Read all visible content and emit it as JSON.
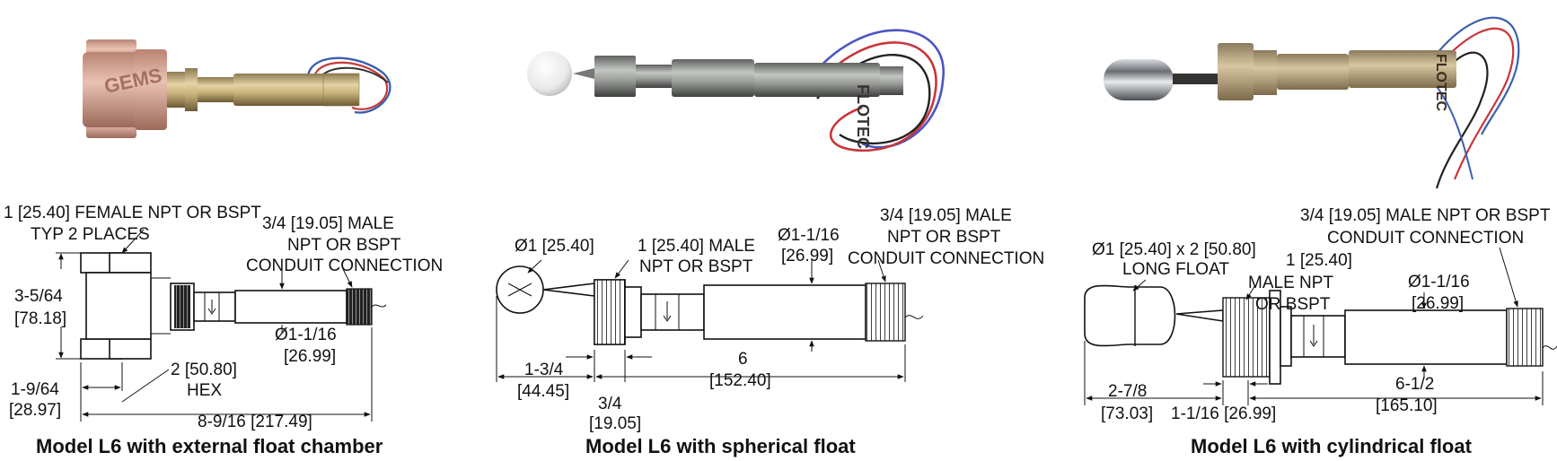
{
  "panels": [
    {
      "caption": "Model L6 with external float chamber",
      "labels": {
        "female_npt_1": "1 [25.40] FEMALE NPT OR BSPT",
        "female_npt_2": "TYP 2 PLACES",
        "male_npt_1": "3/4 [19.05] MALE",
        "male_npt_2": "NPT OR BSPT",
        "male_npt_3": "CONDUIT CONNECTION",
        "height_a": "3-5/64",
        "height_b": "[78.18]",
        "dia_a": "Ø1-1/16",
        "dia_b": "[26.99]",
        "hex_a": "2 [50.80]",
        "hex_b": "HEX",
        "offset_a": "1-9/64",
        "offset_b": "[28.97]",
        "overall": "8-9/16 [217.49]"
      }
    },
    {
      "caption": "Model L6 with spherical float",
      "labels": {
        "float_dia": "Ø1 [25.40]",
        "male_1": "1 [25.40] MALE",
        "male_2": "NPT OR BSPT",
        "body_dia_a": "Ø1-1/16",
        "body_dia_b": "[26.99]",
        "conduit_1": "3/4 [19.05] MALE",
        "conduit_2": "NPT OR BSPT",
        "conduit_3": "CONDUIT CONNECTION",
        "float_len_a": "1-3/4",
        "float_len_b": "[44.45]",
        "thread_len_a": "3/4",
        "thread_len_b": "[19.05]",
        "body_len_a": "6",
        "body_len_b": "[152.40]"
      }
    },
    {
      "caption": "Model L6 with cylindrical float",
      "labels": {
        "conduit_1": "3/4 [19.05] MALE NPT OR BSPT",
        "conduit_2": "CONDUIT CONNECTION",
        "float_1": "Ø1 [25.40] x 2 [50.80]",
        "float_2": "LONG FLOAT",
        "male_1": "1 [25.40]",
        "male_2": "MALE NPT",
        "male_3": "OR BSPT",
        "body_dia_a": "Ø1-1/16",
        "body_dia_b": "[26.99]",
        "float_len_a": "2-7/8",
        "float_len_b": "[73.03]",
        "thread_len": "1-1/16 [26.99]",
        "body_len_a": "6-1/2",
        "body_len_b": "[165.10]"
      }
    }
  ]
}
